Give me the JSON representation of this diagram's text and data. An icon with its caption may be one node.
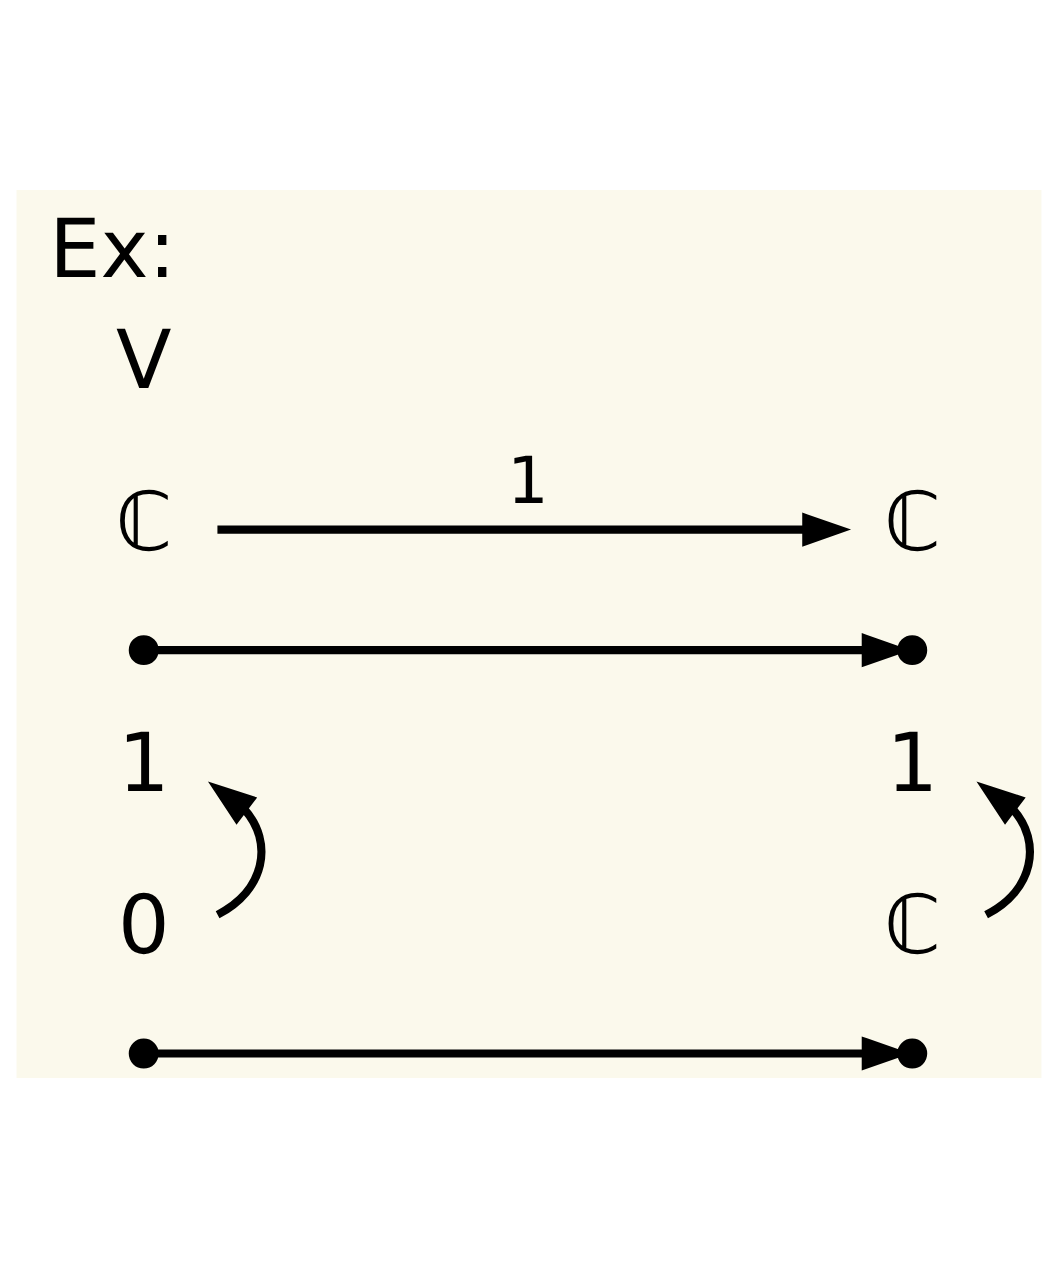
{
  "diagram": {
    "title": "Ex:",
    "nodes": [
      {
        "text": [
          "ℂ"
        ]
      },
      {
        "text": [
          "ℂ"
        ]
      },
      {
        "text": [],
        "shape": "circle"
      },
      {
        "text": [],
        "shape": "circle"
      },
      {
        "text": [
          "1"
        ]
      },
      {
        "text": [
          "1"
        ]
      },
      {
        "text": [
          "0"
        ]
      },
      {
        "text": [
          "ℂ"
        ]
      },
      {
        "text": [],
        "shape": "circle"
      },
      {
        "text": [],
        "shape": "circle"
      }
    ],
    "edges": [
      {
        "from": 0,
        "to": 1,
        "arrow": "to",
        "label": "1"
      },
      {
        "from": 2,
        "to": 3,
        "arrow": "to"
      },
      {
        "from": 6,
        "to": 4,
        "arrow": "to"
      },
      {
        "from": 7,
        "to": 5,
        "arrow": "to"
      },
      {
        "from": 8,
        "to": 9,
        "arrow": "to"
      }
    ],
    "labels": [
      "V"
    ]
  }
}
